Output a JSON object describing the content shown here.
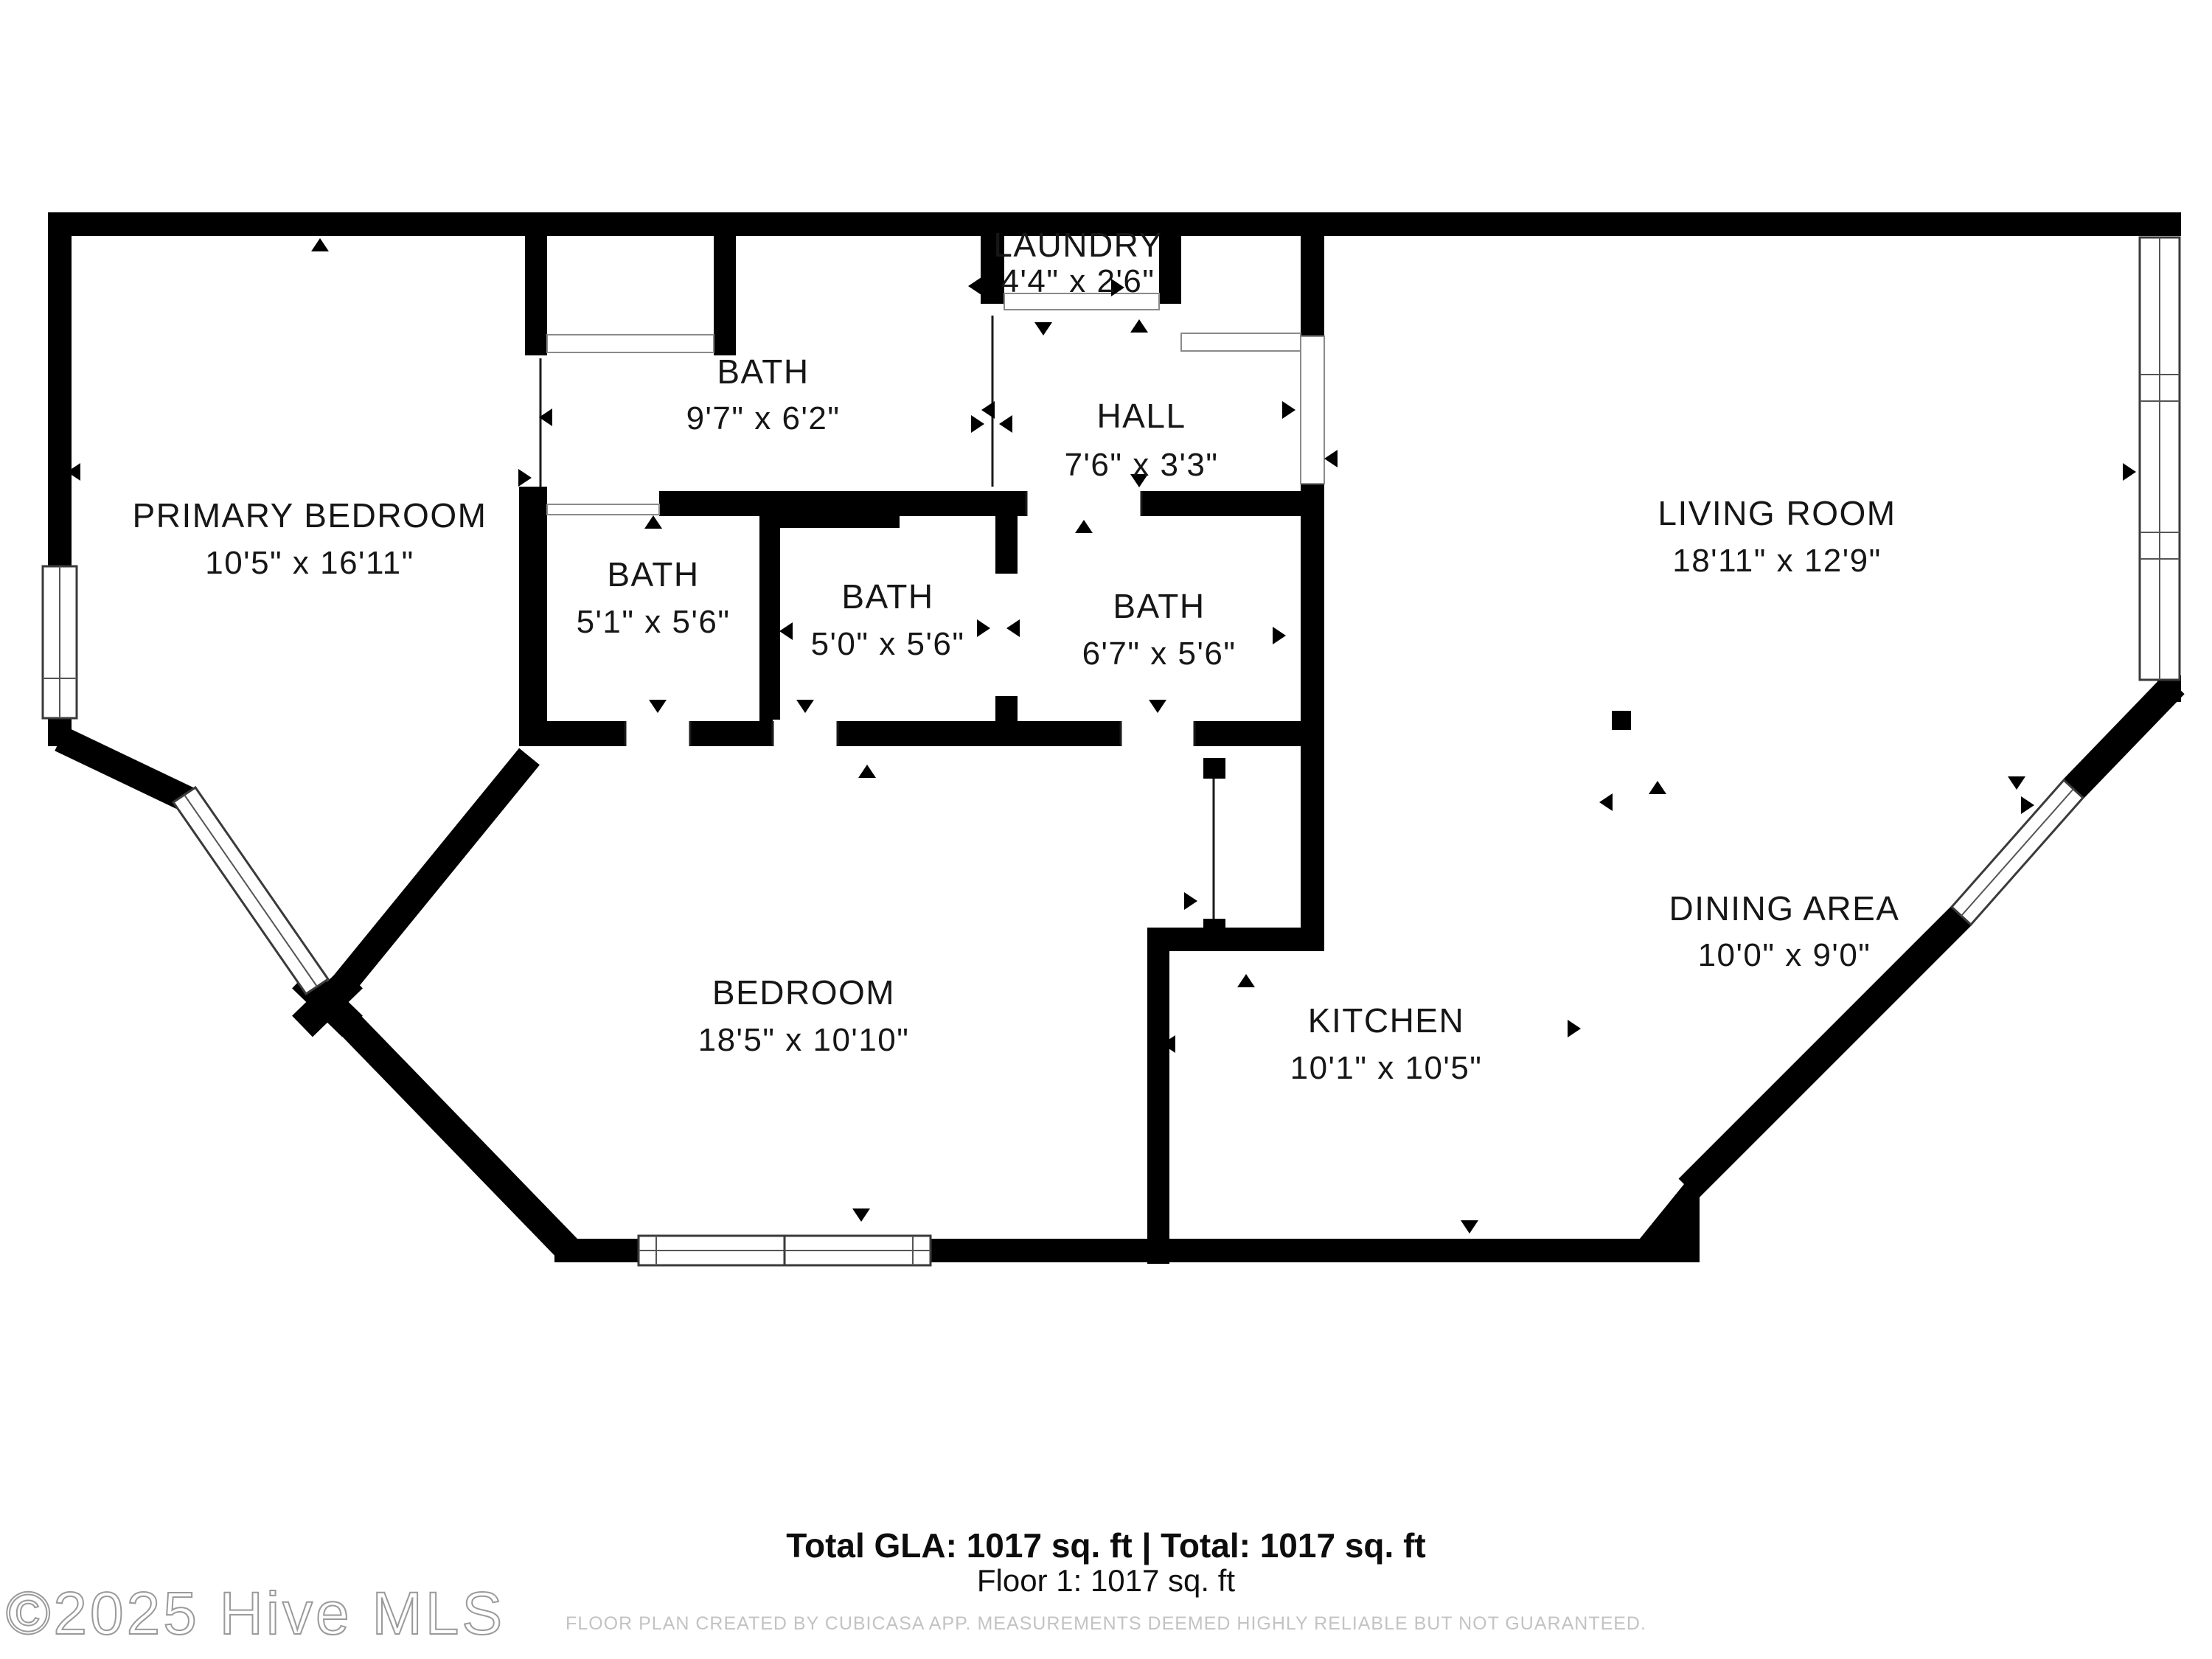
{
  "plan": {
    "rooms": [
      {
        "name": "PRIMARY BEDROOM",
        "dims": "10'5\" x 16'11\""
      },
      {
        "name": "BATH",
        "dims": "9'7\" x 6'2\""
      },
      {
        "name": "LAUNDRY",
        "dims": "4'4\" x 2'6\""
      },
      {
        "name": "HALL",
        "dims": "7'6\" x 3'3\""
      },
      {
        "name": "LIVING ROOM",
        "dims": "18'11\" x 12'9\""
      },
      {
        "name": "BATH",
        "dims": "5'1\" x 5'6\""
      },
      {
        "name": "BATH",
        "dims": "5'0\" x 5'6\""
      },
      {
        "name": "BATH",
        "dims": "6'7\" x 5'6\""
      },
      {
        "name": "DINING AREA",
        "dims": "10'0\" x 9'0\""
      },
      {
        "name": "BEDROOM",
        "dims": "18'5\" x 10'10\""
      },
      {
        "name": "KITCHEN",
        "dims": "10'1\" x 10'5\""
      }
    ]
  },
  "footer": {
    "total_line": "Total GLA: 1017 sq. ft | Total: 1017 sq. ft",
    "floor_line": "Floor 1: 1017 sq. ft",
    "disclaimer": "FLOOR PLAN CREATED BY CUBICASA APP. MEASUREMENTS DEEMED HIGHLY RELIABLE BUT NOT GUARANTEED."
  },
  "watermark": "©2025 Hive MLS",
  "colors": {
    "wall": "#000000",
    "background": "#ffffff",
    "text": "#161616",
    "disclaimer": "#c3c3c3",
    "watermark": "#9a9a9a"
  }
}
